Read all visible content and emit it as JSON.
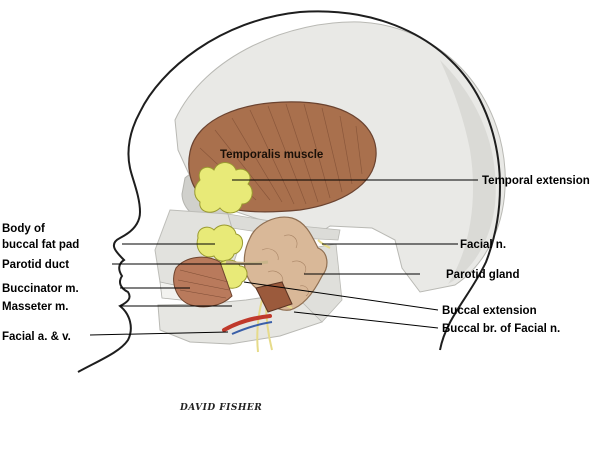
{
  "labels": {
    "temporalis_muscle": "Temporalis muscle",
    "temporal_extension": "Temporal extension",
    "body_of_buccal_fat_pad_line1": "Body of",
    "body_of_buccal_fat_pad_line2": "buccal fat pad",
    "facial_n": "Facial n.",
    "parotid_duct": "Parotid duct",
    "parotid_gland": "Parotid gland",
    "buccinator_m": "Buccinator m.",
    "masseter_m": "Masseter m.",
    "buccal_extension": "Buccal extension",
    "buccal_br_of_facial_n": "Buccal br. of Facial n.",
    "facial_a_and_v": "Facial a. & v."
  },
  "signature": "DAVID FISHER",
  "colors": {
    "skull": "#e9e9e6",
    "skull_shadow": "#cfcfcb",
    "head_outline": "#1e1e1e",
    "temporalis": "#a9704d",
    "fat_pad": "#e8ea78",
    "parotid": "#d9b898",
    "buccinator": "#b97a5c",
    "nerve": "#efe9a6",
    "artery": "#c0392b",
    "vein": "#3a5fa8"
  }
}
